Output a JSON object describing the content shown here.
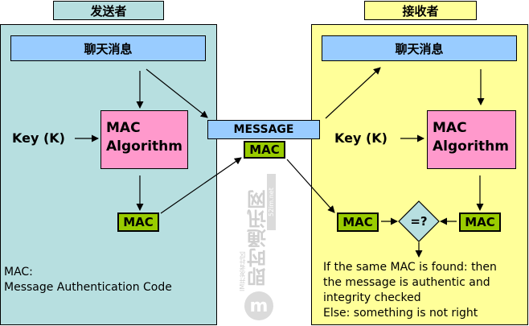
{
  "sender": {
    "title": "发送者",
    "message": "聊天消息",
    "key_label": "Key (K)",
    "algorithm_line1": "MAC",
    "algorithm_line2": "Algorithm",
    "mac": "MAC",
    "note_line1": "MAC:",
    "note_line2": "Message Authentication Code"
  },
  "channel": {
    "message": "MESSAGE",
    "mac": "MAC"
  },
  "receiver": {
    "title": "接收者",
    "message": "聊天消息",
    "key_label": "Key (K)",
    "algorithm_line1": "MAC",
    "algorithm_line2": "Algorithm",
    "received_mac": "MAC",
    "computed_mac": "MAC",
    "compare": "=?",
    "note_lines": [
      "If the same MAC is found: then",
      "the message is authentic and",
      "integrity checked",
      "Else: something is not right"
    ]
  },
  "watermark": {
    "text": "即时通讯网",
    "subtext": "IM开发者社区",
    "url_text": "52im.net"
  },
  "colors": {
    "sender_panel": "#b7dfe0",
    "receiver_panel": "#ffff99",
    "message_box": "#99ccff",
    "algorithm_box": "#ff99cc",
    "mac_tag": "#99cc00",
    "compare_diamond": "#b7dfe0"
  }
}
